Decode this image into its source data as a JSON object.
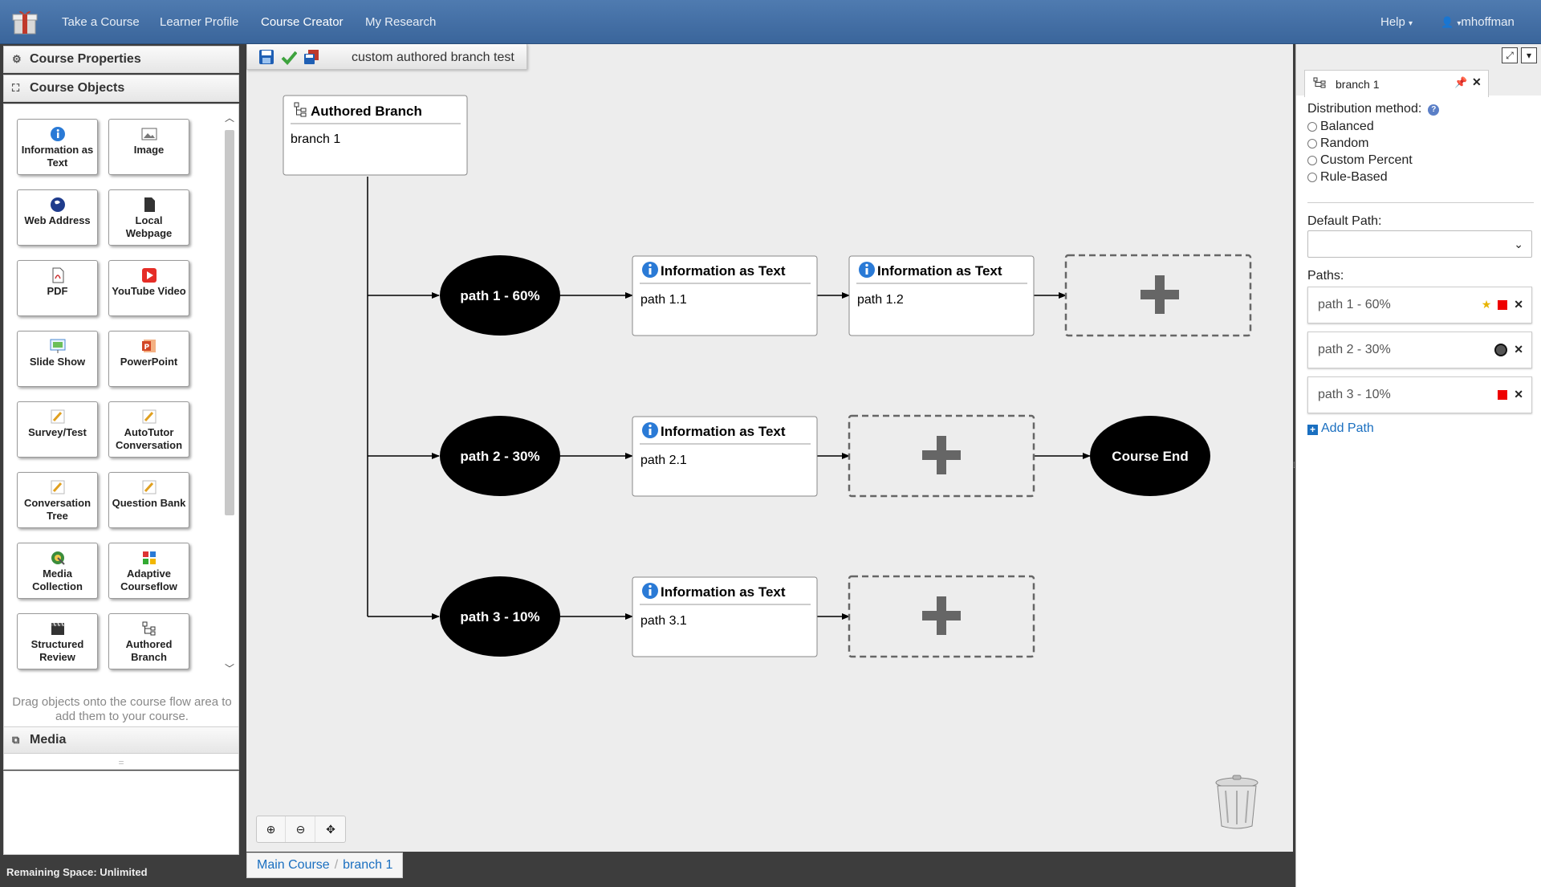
{
  "navbar": {
    "items": [
      "Take a Course",
      "Learner Profile",
      "Course Creator",
      "My Research"
    ],
    "active": "Course Creator",
    "help": "Help",
    "user": "mhoffman"
  },
  "left_panel": {
    "course_properties": "Course Properties",
    "course_objects": "Course Objects",
    "objects": [
      {
        "label": "Information as Text",
        "icon": "info-icon"
      },
      {
        "label": "Image",
        "icon": "image-icon"
      },
      {
        "label": "Web Address",
        "icon": "globe-icon"
      },
      {
        "label": "Local Webpage",
        "icon": "document-icon"
      },
      {
        "label": "PDF",
        "icon": "pdf-icon"
      },
      {
        "label": "YouTube Video",
        "icon": "youtube-icon"
      },
      {
        "label": "Slide Show",
        "icon": "slideshow-icon"
      },
      {
        "label": "PowerPoint",
        "icon": "powerpoint-icon"
      },
      {
        "label": "Survey/Test",
        "icon": "pencil-icon"
      },
      {
        "label": "AutoTutor Conversation",
        "icon": "pencil-icon"
      },
      {
        "label": "Conversation Tree",
        "icon": "pencil-icon"
      },
      {
        "label": "Question Bank",
        "icon": "pencil-icon"
      },
      {
        "label": "Media Collection",
        "icon": "media-icon"
      },
      {
        "label": "Adaptive Courseflow",
        "icon": "adaptive-icon"
      },
      {
        "label": "Structured Review",
        "icon": "clapper-icon"
      },
      {
        "label": "Authored Branch",
        "icon": "branch-icon"
      }
    ],
    "drag_hint": "Drag objects onto the course flow area to add them to your course.",
    "media": "Media",
    "remaining": "Remaining Space: Unlimited"
  },
  "canvas": {
    "course_title": "custom authored branch test",
    "branch_node": {
      "header": "Authored Branch",
      "name": "branch 1"
    },
    "paths": [
      {
        "label": "path 1 - 60%",
        "nodes": [
          {
            "header": "Information as Text",
            "name": "path 1.1"
          },
          {
            "header": "Information as Text",
            "name": "path 1.2"
          }
        ]
      },
      {
        "label": "path 2 - 30%",
        "nodes": [
          {
            "header": "Information as Text",
            "name": "path 2.1"
          }
        ]
      },
      {
        "label": "path 3 - 10%",
        "nodes": [
          {
            "header": "Information as Text",
            "name": "path 3.1"
          }
        ]
      }
    ],
    "course_end": "Course End"
  },
  "breadcrumb": [
    "Main Course",
    "branch 1"
  ],
  "right_panel": {
    "tab_title": "branch 1",
    "distribution_label": "Distribution method:",
    "distribution_options": [
      "Balanced",
      "Random",
      "Custom Percent",
      "Rule-Based"
    ],
    "default_path_label": "Default Path:",
    "default_path_value": "",
    "paths_label": "Paths:",
    "paths": [
      {
        "label": "path 1 - 60%",
        "default": true,
        "color": "#e00000"
      },
      {
        "label": "path 2 - 30%",
        "default": false,
        "color": "#333333"
      },
      {
        "label": "path 3 - 10%",
        "default": false,
        "color": "#e00000"
      }
    ],
    "add_path": "Add Path"
  }
}
